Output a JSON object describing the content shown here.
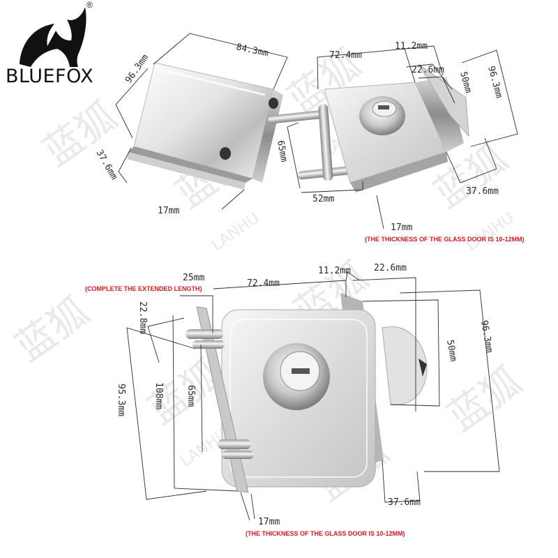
{
  "brand": {
    "name": "BLUEFOX",
    "registered_mark": "®",
    "watermark_cn": "蓝狐",
    "watermark_en": "LANHU"
  },
  "top_view": {
    "left_box_width": "84.3mm",
    "left_box_height": "96.3mm",
    "left_box_depth": "37.6mm",
    "left_box_bottom": "17mm",
    "lock_width": "72.4mm",
    "lock_side": "11.2mm",
    "lock_height": "96.3mm",
    "cylinder_width": "22.6mm",
    "cylinder_height": "50mm",
    "rod_length": "65mm",
    "rod_spacing": "52mm",
    "right_depth": "37.6mm",
    "right_bottom": "17mm",
    "note": "(THE THICKNESS OF THE GLASS DOOR IS 10-12MM)"
  },
  "bottom_view": {
    "extended": "25mm",
    "extended_note": "(COMPLETE THE EXTENDED LENGTH)",
    "lock_width": "72.4mm",
    "lock_side": "11.2mm",
    "cylinder_width": "22.6mm",
    "rod_diameter": "22.8mm",
    "outer_height": "95.3mm",
    "total_height": "108mm",
    "rod_spacing": "65mm",
    "cylinder_height": "50mm",
    "lock_height": "96.3mm",
    "depth": "37.6mm",
    "bottom": "17mm",
    "note": "(THE THICKNESS OF THE GLASS DOOR IS 10-12MM)"
  },
  "colors": {
    "note_red": "#e0141e",
    "line": "#2a2a2a",
    "metal_light": "#eeeeee",
    "metal_dark": "#8a8a8a"
  }
}
